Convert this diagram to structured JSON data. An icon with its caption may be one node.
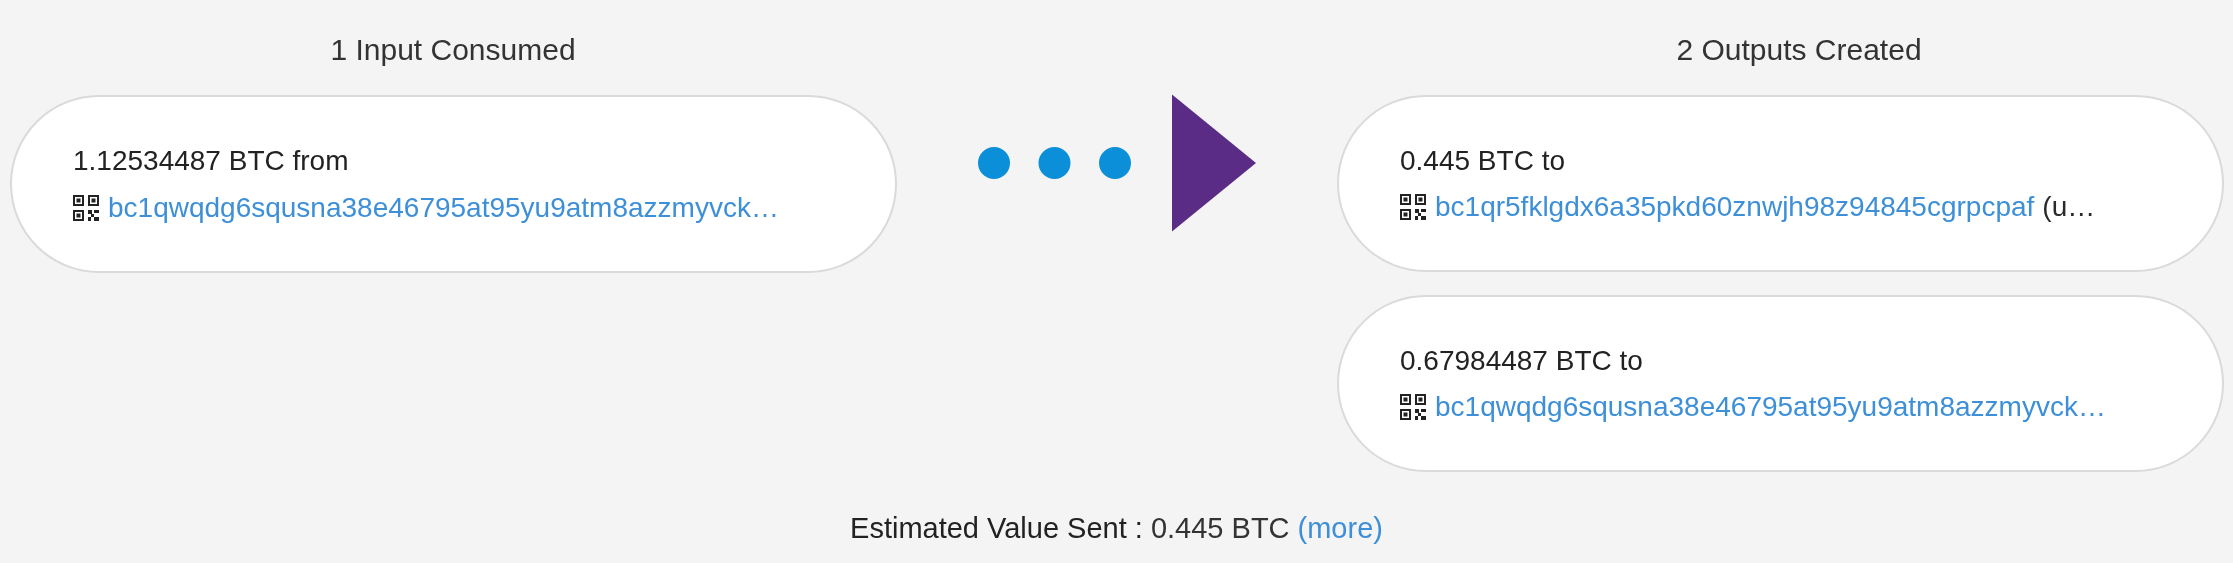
{
  "diagram": {
    "nodes": [
      {
        "text": [
          "1.12534487 BTC from",
          "bc1qwqdg6squsna38e46795at95yu9atm8azzmyvck…"
        ]
      },
      {
        "text": [
          "0.445 BTC to",
          "bc1qr5fklgdx6a35pkd60znwjh98z94845cgrpcpaf",
          "(u…"
        ]
      },
      {
        "text": [
          "0.67984487 BTC to",
          "bc1qwqdg6squsna38e46795at95yu9atm8azzmyvck…"
        ]
      }
    ],
    "edges": [
      {
        "from": 0,
        "to": 1,
        "arrow": "to"
      }
    ],
    "labels": [
      "1 Input Consumed",
      "2 Outputs Created",
      "Estimated Value Sent :",
      "0.445 BTC",
      "(more)"
    ]
  }
}
